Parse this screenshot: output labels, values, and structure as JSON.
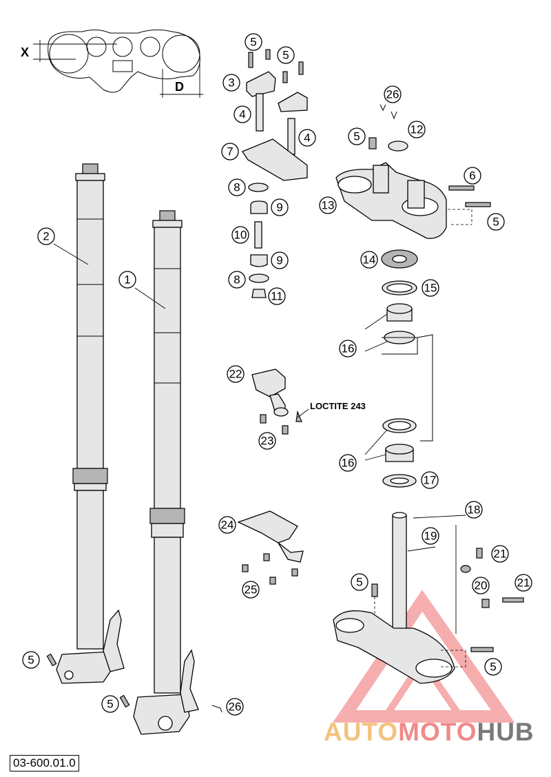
{
  "diagram": {
    "code": "03-600.01.0",
    "annotation": "LOCTITE 243",
    "dimension_labels": {
      "x": "X",
      "d": "D"
    },
    "watermark": {
      "part1": "AUTO",
      "part2": "MOTO",
      "part3": "HUB"
    },
    "callouts": [
      "1",
      "2",
      "3",
      "4",
      "4",
      "5",
      "5",
      "5",
      "5",
      "5",
      "5",
      "5",
      "5",
      "6",
      "7",
      "8",
      "8",
      "9",
      "9",
      "10",
      "11",
      "12",
      "13",
      "14",
      "15",
      "16",
      "16",
      "17",
      "18",
      "19",
      "20",
      "21",
      "21",
      "22",
      "23",
      "24",
      "25",
      "26",
      "26"
    ]
  }
}
